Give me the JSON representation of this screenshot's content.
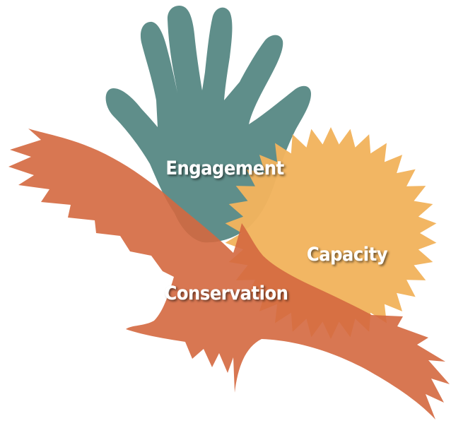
{
  "labels": {
    "engagement": "Engagement",
    "capacity": "Capacity",
    "conservation": "Conservation"
  },
  "colors": {
    "hand": "#5f8e8a",
    "sun": "#f2b45e",
    "bird": "#d4683f",
    "text": "#ffffff"
  },
  "icons": [
    "hand-icon",
    "sun-icon",
    "bird-icon"
  ]
}
